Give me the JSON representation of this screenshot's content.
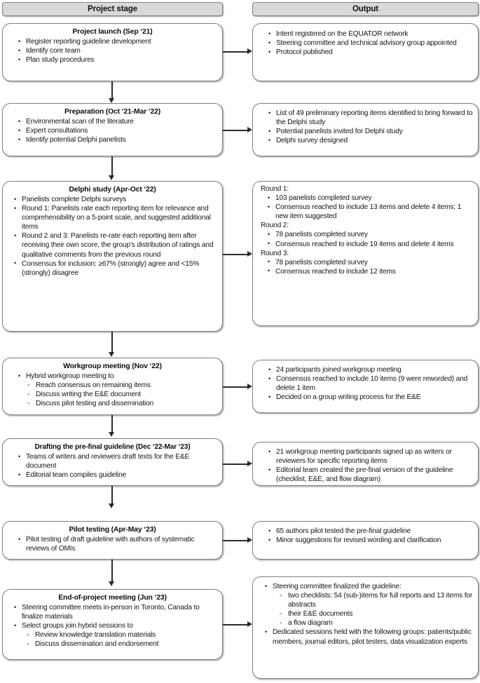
{
  "headers": {
    "left": "Project stage",
    "right": "Output"
  },
  "stages": [
    {
      "id": "project-launch",
      "title": "Project launch (Sep ‘21)",
      "bullets": [
        "Register reporting guideline development",
        "Identify core team",
        "Plan study procedures"
      ],
      "output": [
        "Intent registered on the EQUATOR network",
        "Steering committee and technical advisory group appointed",
        "Protocol published"
      ]
    },
    {
      "id": "preparation",
      "title": "Preparation (Oct ‘21-Mar ‘22)",
      "bullets": [
        "Environmental scan of the literature",
        "Expert consultations",
        "Identify potential Delphi panelists"
      ],
      "output": [
        "List of 49 preliminary reporting items identified to bring forward to the Delphi study",
        "Potential panelists invited for Delphi study",
        "Delphi survey designed"
      ]
    },
    {
      "id": "delphi-study",
      "title": "Delphi study (Apr-Oct ‘22)",
      "bullets": [
        "Panelists complete Delphi surveys",
        "Round 1: Panelists rate each reporting item for relevance and comprehensibility on a 5-point scale, and suggested additional items",
        "Round 2 and 3: Panelists re-rate each reporting item after receiving their own score, the group’s distribution of ratings and qualitative comments from the previous round",
        "Consensus for inclusion: ≥67% (strongly) agree and <15% (strongly) disagree"
      ],
      "output_rounds": [
        {
          "label": "Round 1:",
          "items": [
            "103 panelists completed survey",
            "Consensus reached to include 13 items and delete 4 items; 1 new item suggested"
          ]
        },
        {
          "label": "Round 2:",
          "items": [
            "78 panelists completed survey",
            "Consensus reached to include 19 items and delete 4 items"
          ]
        },
        {
          "label": "Round 3:",
          "items": [
            "78 panelists completed survey",
            "Consensus reached to include 12 items"
          ]
        }
      ]
    },
    {
      "id": "workgroup-meeting",
      "title": "Workgroup meeting (Nov ‘22)",
      "bullets": [
        "Hybrid workgroup meeting to"
      ],
      "subbullets": [
        "Reach consensus on remaining items",
        "Discuss writing the E&E document",
        "Discuss pilot testing and dissemination"
      ],
      "output": [
        "24 participants joined workgroup meeting",
        "Consensus reached to include 10 items (9 were reworded) and delete 1 item",
        "Decided on a group writing process for the E&E"
      ]
    },
    {
      "id": "drafting-pre-final-guideline",
      "title": "Drafting the pre-final guideline (Dec ‘22-Mar ‘23)",
      "bullets": [
        "Teams of writers and reviewers draft texts for the E&E document",
        "Editorial team compiles guideline"
      ],
      "output": [
        "21 workgroup meeting participants signed up as writers or reviewers for specific reporting items",
        "Editorial team created the pre-final version of the guideline (checklist, E&E, and flow diagram)"
      ]
    },
    {
      "id": "pilot-testing",
      "title": "Pilot testing (Apr-May ‘23)",
      "bullets": [
        "Pilot testing of draft guideline with authors of systematic reviews of OMIs"
      ],
      "output": [
        "65 authors pilot tested the pre-final guideline",
        "Minor suggestions for revised wording and clarification"
      ]
    },
    {
      "id": "end-of-project-meeting",
      "title": "End-of-project meeting (Jun ‘23)",
      "bullets": [
        "Steering committee meets in-person in Toronto, Canada to finalize materials",
        "Select groups join hybrid sessions to"
      ],
      "subbullets": [
        "Review knowledge translation materials",
        "Discuss dissemination and endorsement"
      ],
      "output_lead": "Steering committee finalized the guideline:",
      "output_sub": [
        "two checklists: 54 (sub-)items for full reports and 13 items for abstracts",
        "their E&E documents",
        "a flow diagram"
      ],
      "output_tail": "Dedicated sessions held with the following groups: patients/public members, journal editors, pilot testers, data visualization experts"
    }
  ],
  "colors": {
    "header_fill": "#d9d9d9",
    "box_border": "#808080",
    "connector": "#2b2b2b",
    "text": "#151515"
  }
}
